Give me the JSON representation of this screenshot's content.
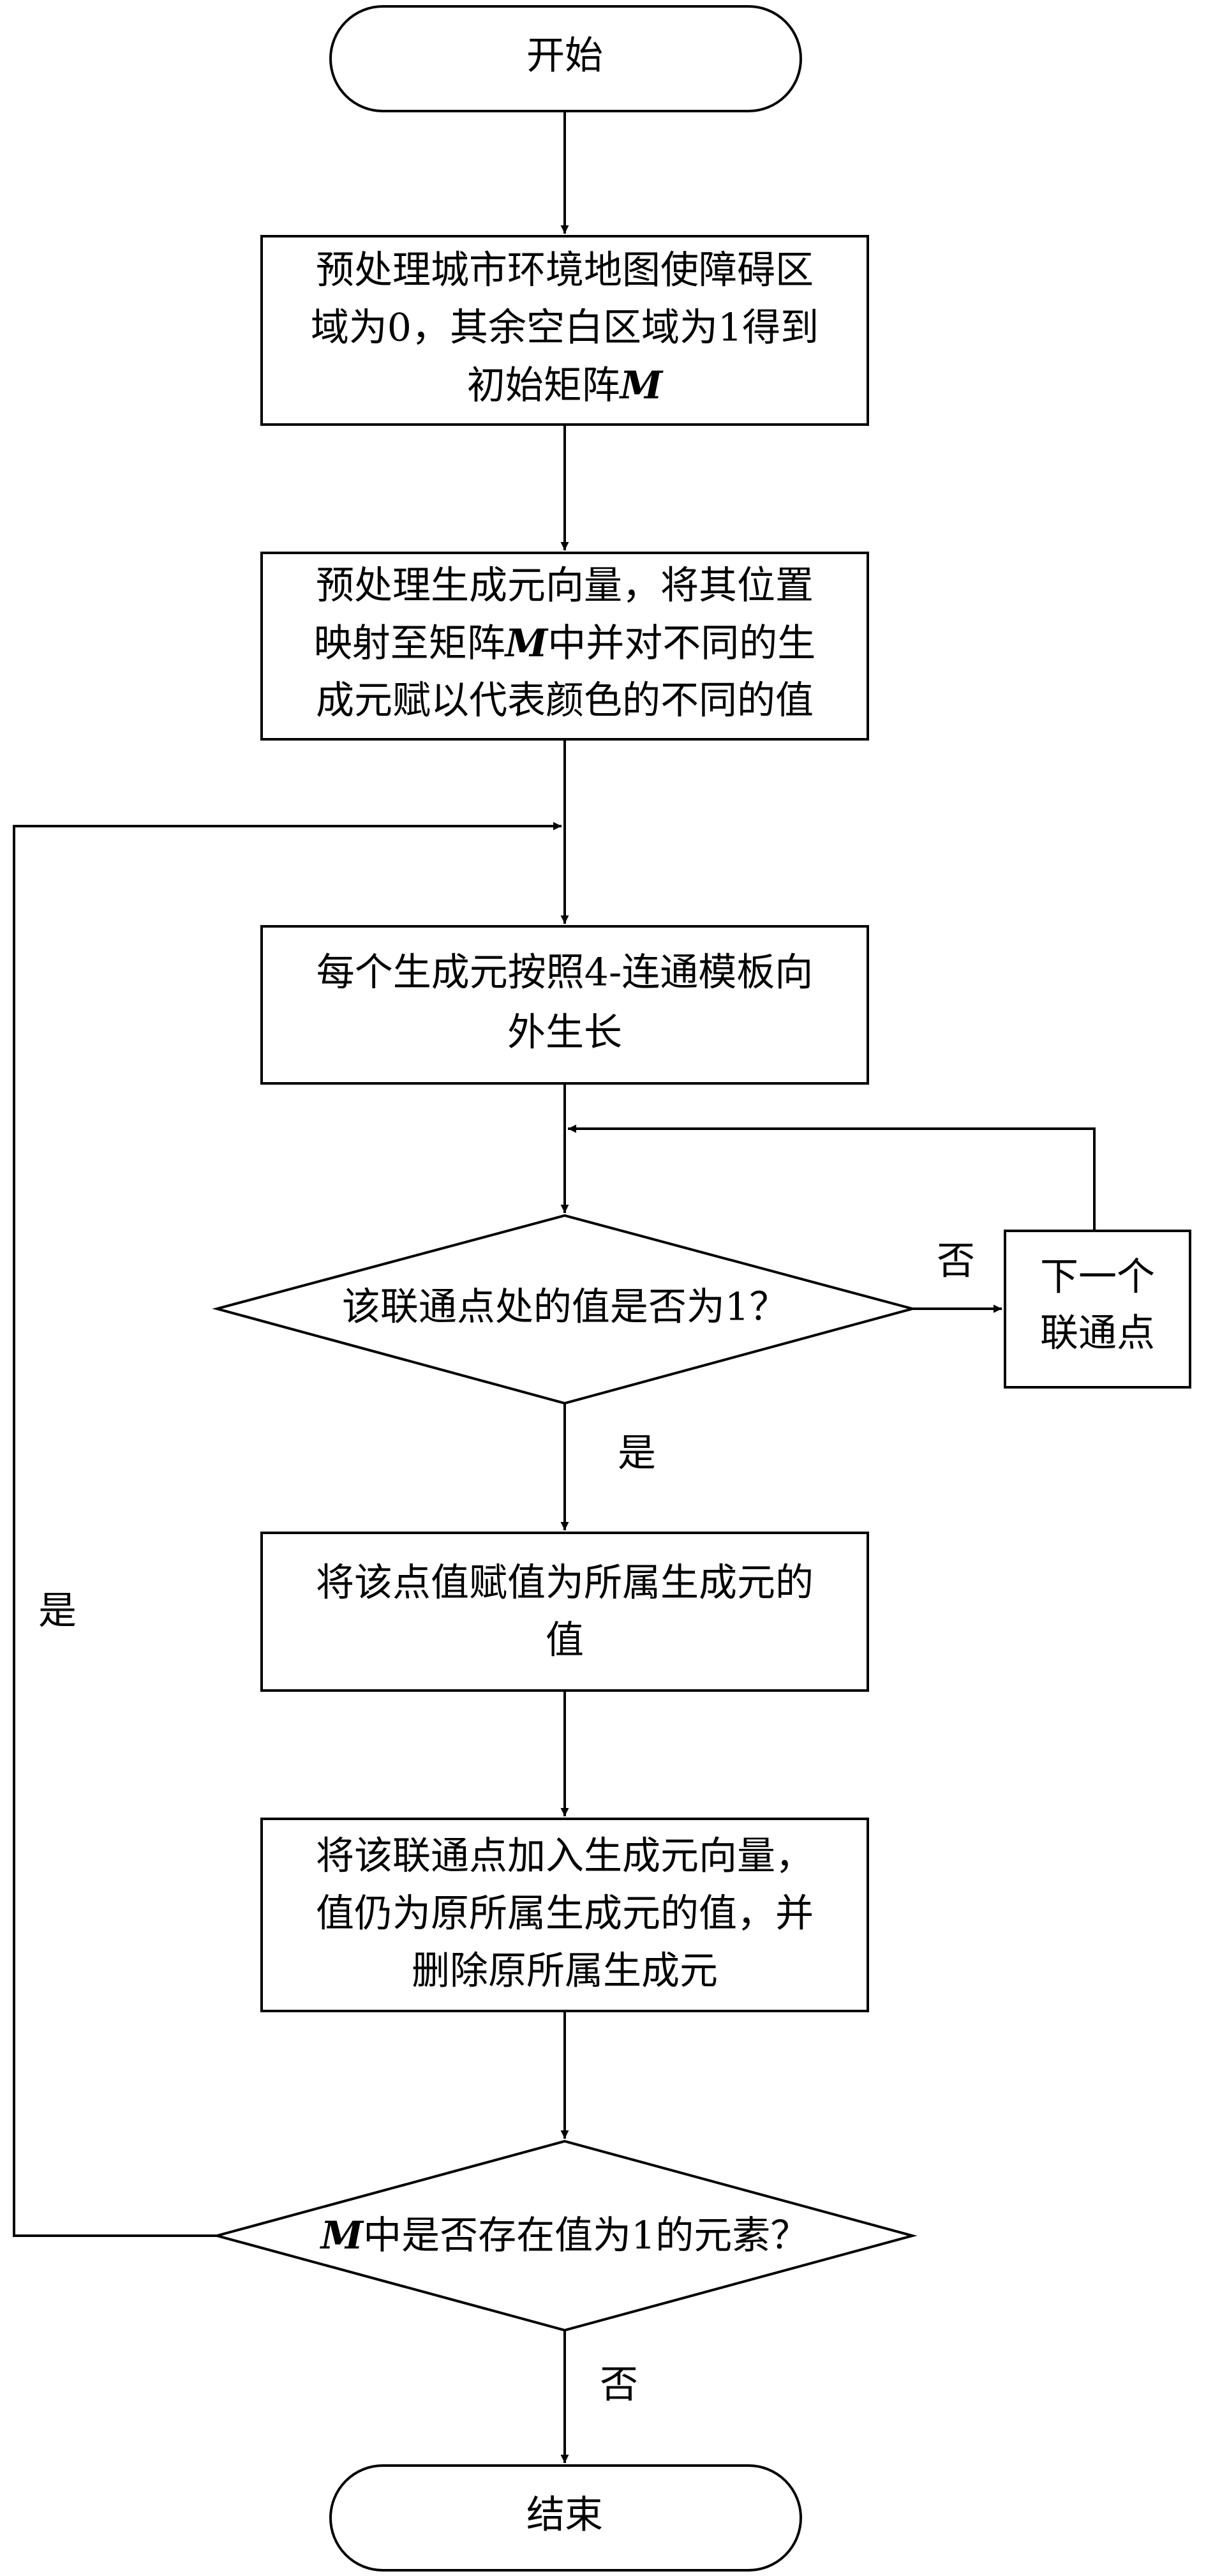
{
  "nodes": {
    "start": {
      "lines": [
        "开始"
      ]
    },
    "preprocess_map": {
      "lines": [
        "预处理城市环境地图使障碍区",
        "域为0，其余空白区域为1得到",
        "初始矩阵"
      ],
      "math": "M"
    },
    "preprocess_generators": {
      "lines": [
        "预处理生成元向量，将其位置",
        "映射至矩阵",
        "中并对不同的生",
        "成元赋以代表颜色的不同的值"
      ],
      "math": "M"
    },
    "grow": {
      "lines": [
        "每个生成元按照4-连通模板向",
        "外生长"
      ]
    },
    "check_value": {
      "lines": [
        "该联通点处的值是否为1？"
      ]
    },
    "next_point": {
      "lines": [
        "下一个",
        "联通点"
      ]
    },
    "assign_value": {
      "lines": [
        "将该点值赋值为所属生成元的",
        "值"
      ]
    },
    "add_point": {
      "lines": [
        "将该联通点加入生成元向量，",
        "值仍为原所属生成元的值，并",
        "删除原所属生成元"
      ]
    },
    "check_matrix": {
      "lines": [
        "中是否存在值为1的元素？"
      ],
      "math": "M"
    },
    "end": {
      "lines": [
        "结束"
      ]
    }
  },
  "edges": {
    "check_value_no": "否",
    "check_value_yes": "是",
    "check_matrix_yes": "是",
    "check_matrix_no": "否"
  }
}
